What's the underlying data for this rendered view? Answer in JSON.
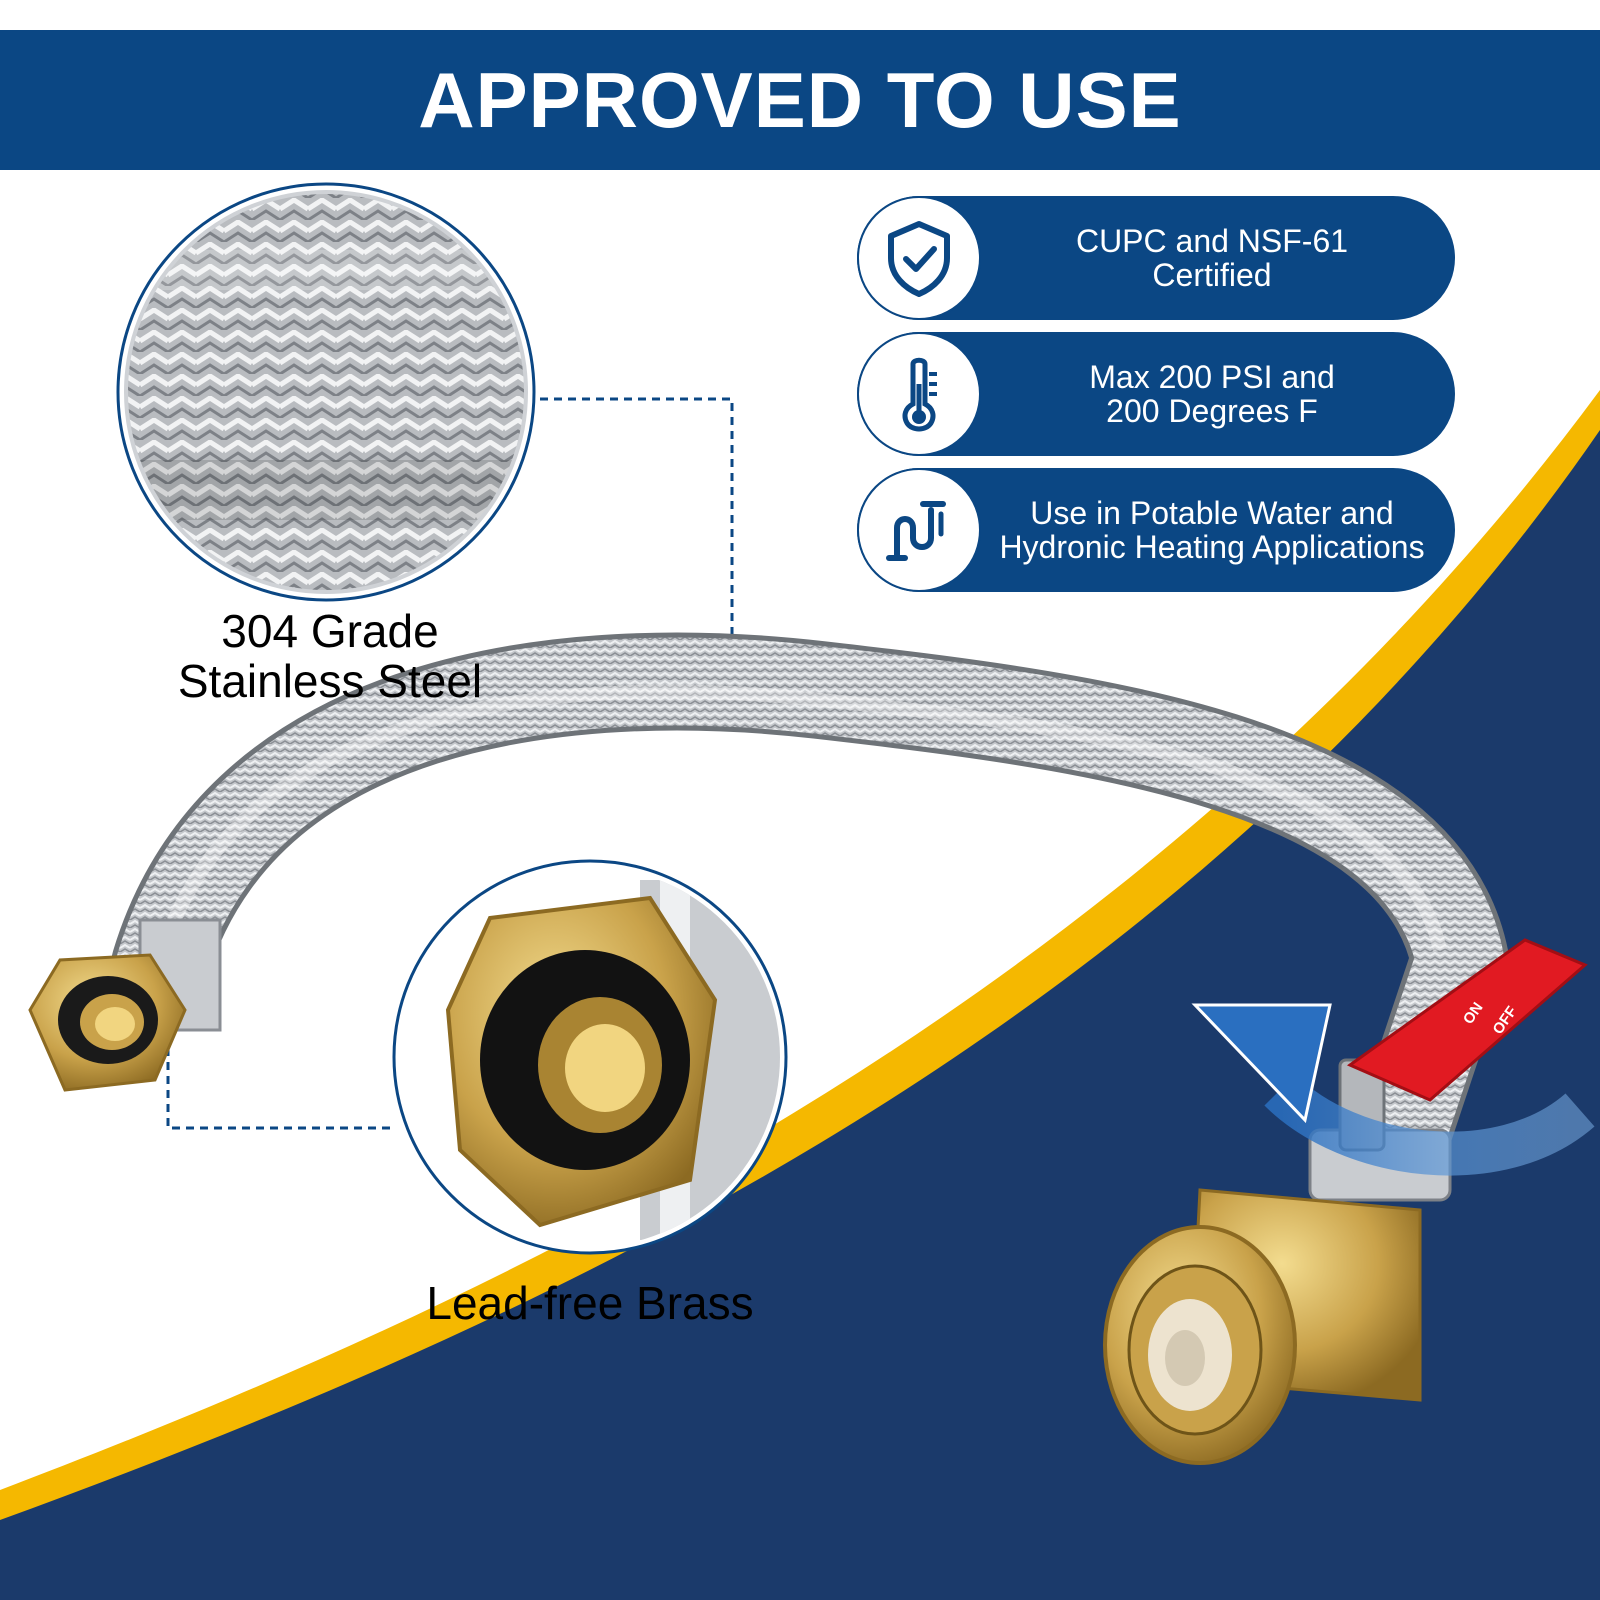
{
  "header": {
    "title": "APPROVED TO USE"
  },
  "colors": {
    "brand_blue": "#0b4784",
    "dark_navy": "#1b3a6b",
    "accent_yellow": "#f5b800",
    "valve_red": "#e11a22",
    "brass": "#c9a24a"
  },
  "badges": [
    {
      "icon": "shield-check-icon",
      "text": "CUPC and NSF-61\nCertified"
    },
    {
      "icon": "thermometer-icon",
      "text": "Max 200 PSI and\n200 Degrees F"
    },
    {
      "icon": "pipe-icon",
      "text": "Use in Potable Water and\nHydronic Heating Applications"
    }
  ],
  "callouts": {
    "steel_label": "304 Grade\nStainless Steel",
    "brass_label": "Lead-free Brass"
  },
  "valve": {
    "on_label": "ON",
    "off_label": "OFF"
  }
}
